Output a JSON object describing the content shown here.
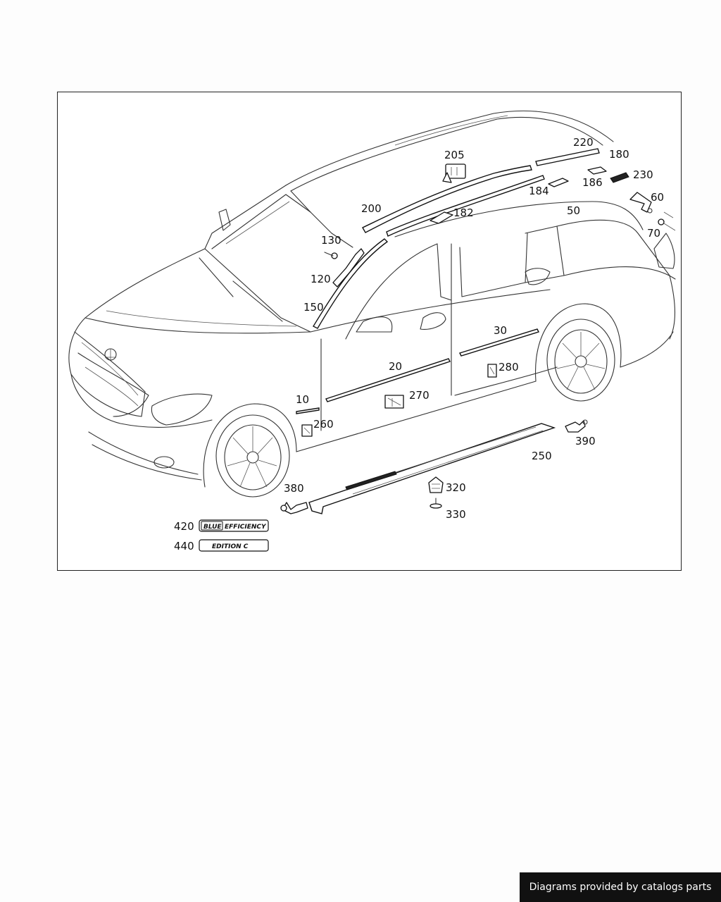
{
  "diagram": {
    "callouts": {
      "c10": "10",
      "c20": "20",
      "c30": "30",
      "c50": "50",
      "c60": "60",
      "c70": "70",
      "c120": "120",
      "c130": "130",
      "c150": "150",
      "c180": "180",
      "c182": "182",
      "c184": "184",
      "c186": "186",
      "c200": "200",
      "c205": "205",
      "c220": "220",
      "c230": "230",
      "c250": "250",
      "c260": "260",
      "c270": "270",
      "c280": "280",
      "c320": "320",
      "c330": "330",
      "c380": "380",
      "c390": "390",
      "c420": "420",
      "c440": "440"
    },
    "badges": {
      "blue_left": "BLUE",
      "blue_right": "EFFICIENCY",
      "edition": "EDITION C"
    }
  },
  "footer": {
    "credit": "Diagrams provided by catalogs parts"
  }
}
